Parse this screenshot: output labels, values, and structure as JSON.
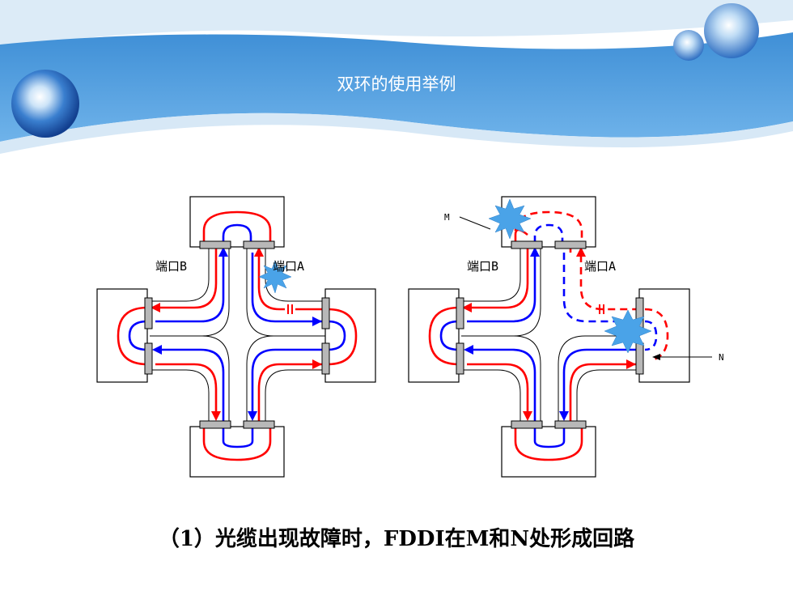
{
  "slide": {
    "title": "双环的使用举例",
    "caption": "（1）光缆出现故障时，FDDI在M和N处形成回路"
  },
  "diagram": {
    "left": {
      "port_b_label": "端口B",
      "port_a_label": "端口A"
    },
    "right": {
      "port_b_label": "端口B",
      "port_a_label": "端口A",
      "marker_m": "M",
      "marker_n": "N"
    }
  },
  "colors": {
    "primary_ring": "#ff0000",
    "secondary_ring": "#0000ff",
    "fault_burst": "#5aa9e6",
    "header_band": "#4f9ed9"
  }
}
